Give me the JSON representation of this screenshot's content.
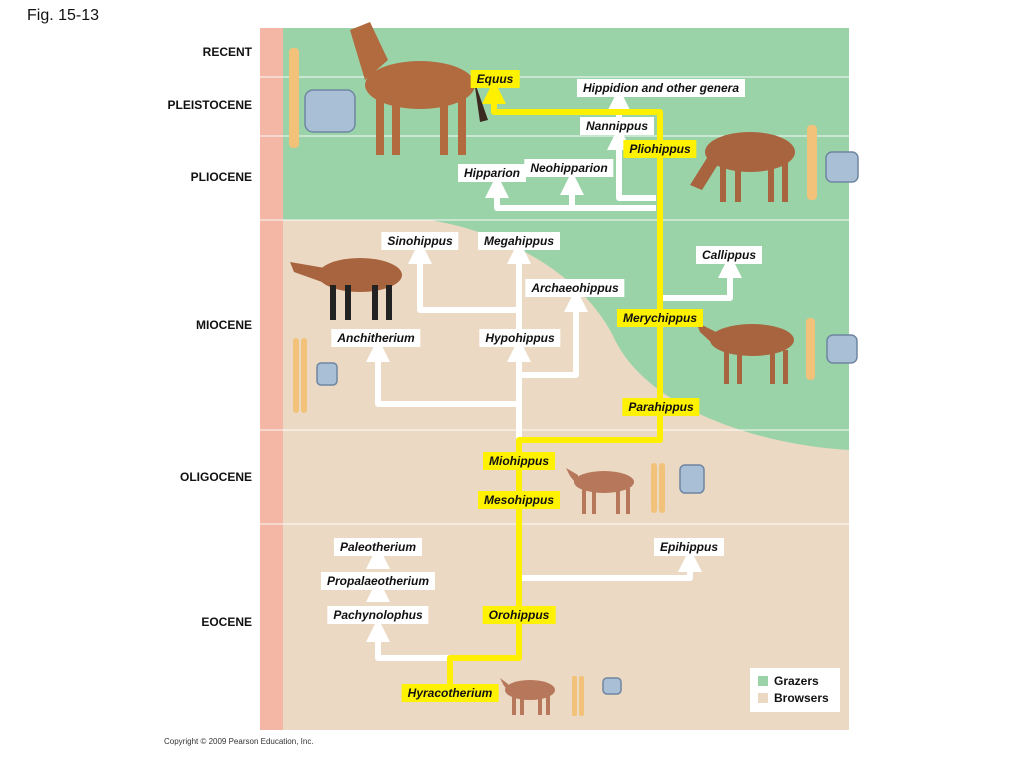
{
  "figure_label": "Fig. 15-13",
  "copyright": "Copyright © 2009 Pearson Education, Inc.",
  "colors": {
    "grazer_green": "#9bd3a9",
    "browser_tan": "#ebd9c3",
    "timeline_bar": "#f4b7a6",
    "main_line": "#ffef00",
    "branch": "#ffffff"
  },
  "epochs": [
    "RECENT",
    "PLEISTOCENE",
    "PLIOCENE",
    "MIOCENE",
    "OLIGOCENE",
    "EOCENE"
  ],
  "taxa": {
    "equus": "Equus",
    "hippidion": "Hippidion and other genera",
    "nannippus": "Nannippus",
    "pliohippus": "Pliohippus",
    "neohipparion": "Neohipparion",
    "hipparion": "Hipparion",
    "sinohippus": "Sinohippus",
    "megahippus": "Megahippus",
    "callippus": "Callippus",
    "archaeohippus": "Archaeohippus",
    "merychippus": "Merychippus",
    "anchitherium": "Anchitherium",
    "hypohippus": "Hypohippus",
    "parahippus": "Parahippus",
    "miohippus": "Miohippus",
    "mesohippus": "Mesohippus",
    "paleotherium": "Paleotherium",
    "epihippus": "Epihippus",
    "propalaeotherium": "Propalaeotherium",
    "pachynolophus": "Pachynolophus",
    "orohippus": "Orohippus",
    "hyracotherium": "Hyracotherium"
  },
  "legend": {
    "grazers": "Grazers",
    "browsers": "Browsers"
  }
}
